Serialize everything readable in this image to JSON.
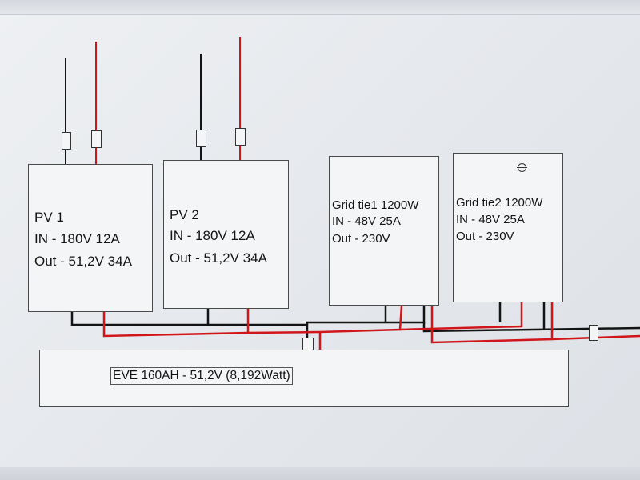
{
  "pv1": {
    "title": "PV 1",
    "input": "IN - 180V 12A",
    "output": "Out - 51,2V 34A"
  },
  "pv2": {
    "title": "PV 2",
    "input": "IN - 180V 12A",
    "output": "Out - 51,2V 34A"
  },
  "gridtie1": {
    "title": "Grid tie1 1200W",
    "input": "IN - 48V 25A",
    "output": "Out - 230V"
  },
  "gridtie2": {
    "title": "Grid tie2 1200W",
    "input": "IN - 48V 25A",
    "output": "Out - 230V"
  },
  "battery": {
    "label": "EVE 160AH - 51,2V (8,192Watt)"
  },
  "colors": {
    "wire_positive": "#d0161a",
    "wire_negative": "#141414"
  },
  "icons": {
    "gridtie2_marker": "crosshair-icon",
    "pointer": "mouse-cursor-icon"
  }
}
